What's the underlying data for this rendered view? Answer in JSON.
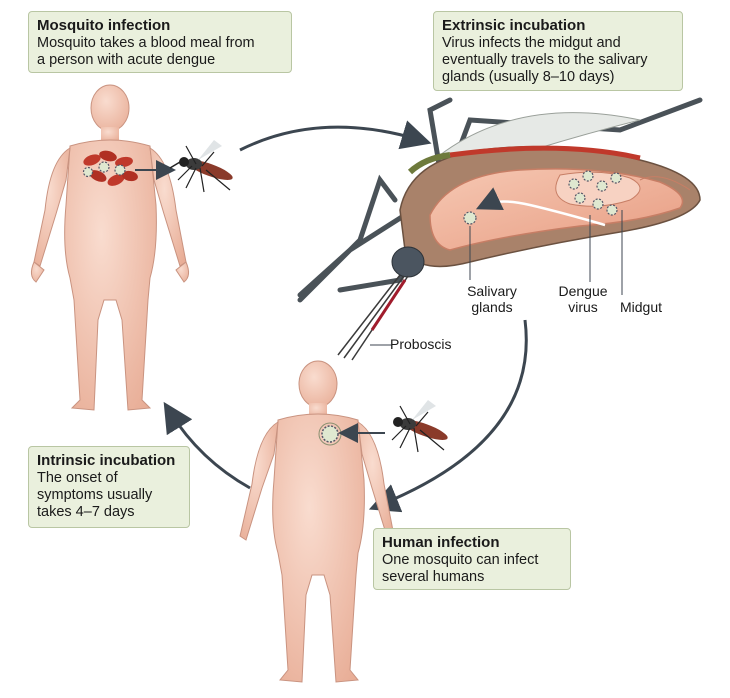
{
  "boxes": {
    "mosquito_infection": {
      "title": "Mosquito infection",
      "line1": "Mosquito takes a blood meal from",
      "line2": "a person with acute dengue"
    },
    "extrinsic_incubation": {
      "title": "Extrinsic incubation",
      "line1": "Virus infects the midgut and",
      "line2": "eventually travels to the salivary",
      "line3": "glands (usually 8–10 days)"
    },
    "intrinsic_incubation": {
      "title": "Intrinsic incubation",
      "line1": "The onset of",
      "line2": "symptoms usually",
      "line3": "takes 4–7 days"
    },
    "human_infection": {
      "title": "Human infection",
      "line1": "One mosquito can infect",
      "line2": "several humans"
    }
  },
  "labels": {
    "salivary_1": "Salivary",
    "salivary_2": "glands",
    "dengue_1": "Dengue",
    "dengue_2": "virus",
    "midgut": "Midgut",
    "proboscis": "Proboscis"
  },
  "colors": {
    "box_fill": "#eaf0dd",
    "skin": "#f2c9b6",
    "arrow": "#3c4650",
    "gut": "#f0b9a0",
    "blood": "#c0392b"
  }
}
